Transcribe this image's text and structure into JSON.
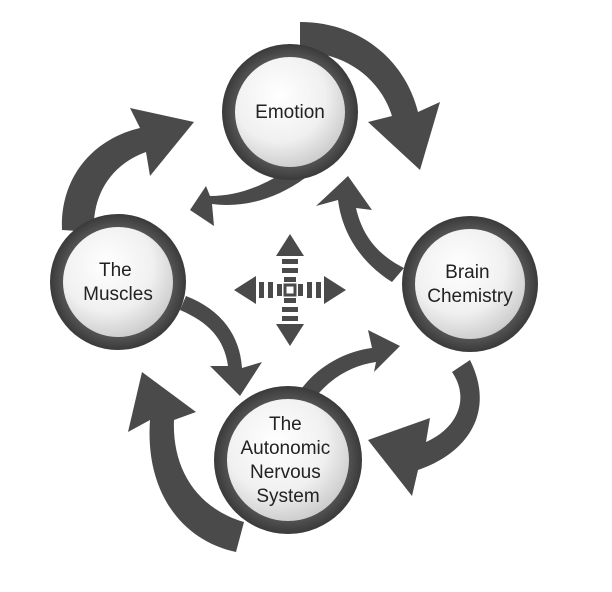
{
  "diagram": {
    "nodes": [
      {
        "id": "emotion",
        "lines": [
          "Emotion"
        ]
      },
      {
        "id": "muscles",
        "lines": [
          "The",
          "Muscles"
        ]
      },
      {
        "id": "brain",
        "lines": [
          "Brain",
          "Chemistry"
        ]
      },
      {
        "id": "ans",
        "lines": [
          "The",
          "Autonomic",
          "Nervous",
          "System"
        ]
      }
    ],
    "center_symbol": "four-way-arrow-icon",
    "colors": {
      "arrow": "#4a4a4a",
      "ring": "#4a4a4a",
      "circle_fill_inner": "#ffffff",
      "circle_fill_outer": "#cfcfcf",
      "text": "#222222"
    }
  }
}
